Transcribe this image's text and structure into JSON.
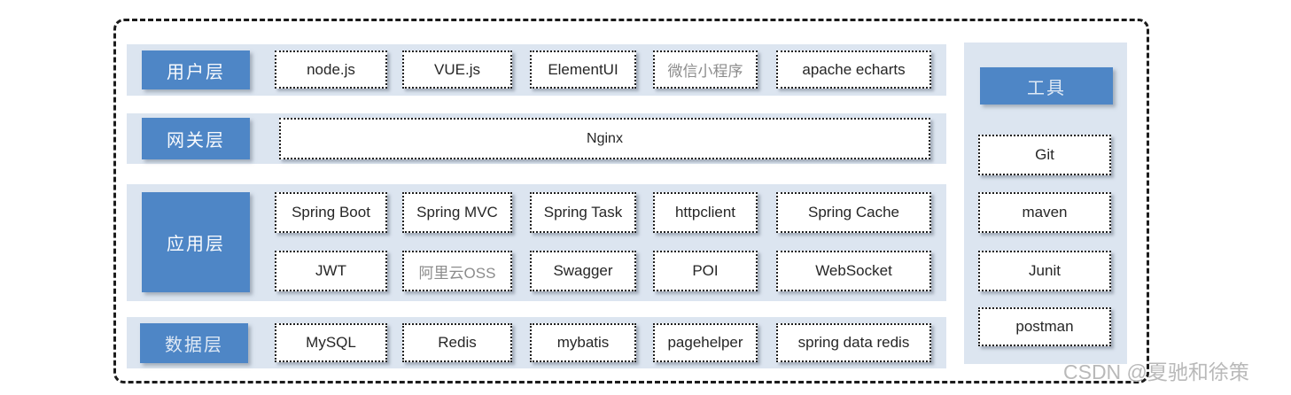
{
  "layers": [
    {
      "label": "用户层",
      "boxes": [
        "node.js",
        "VUE.js",
        "ElementUI",
        "微信小程序",
        "apache echarts"
      ]
    },
    {
      "label": "网关层",
      "boxes": [
        "Nginx"
      ]
    },
    {
      "label": "应用层",
      "rows": [
        [
          "Spring Boot",
          "Spring MVC",
          "Spring Task",
          "httpclient",
          "Spring Cache"
        ],
        [
          "JWT",
          "阿里云OSS",
          "Swagger",
          "POI",
          "WebSocket"
        ]
      ]
    },
    {
      "label": "数据层",
      "boxes": [
        "MySQL",
        "Redis",
        "mybatis",
        "pagehelper",
        "spring data redis"
      ]
    }
  ],
  "tools": {
    "label": "工具",
    "items": [
      "Git",
      "maven",
      "Junit",
      "postman"
    ]
  },
  "watermark": "CSDN @夏驰和徐策",
  "colors": {
    "accent_blue": "#4e86c6",
    "band_blue": "#dce5f0",
    "box_border": "#1f1f1f",
    "muted_text": "#8c8c8c",
    "watermark_gray": "#b9b9b9"
  }
}
